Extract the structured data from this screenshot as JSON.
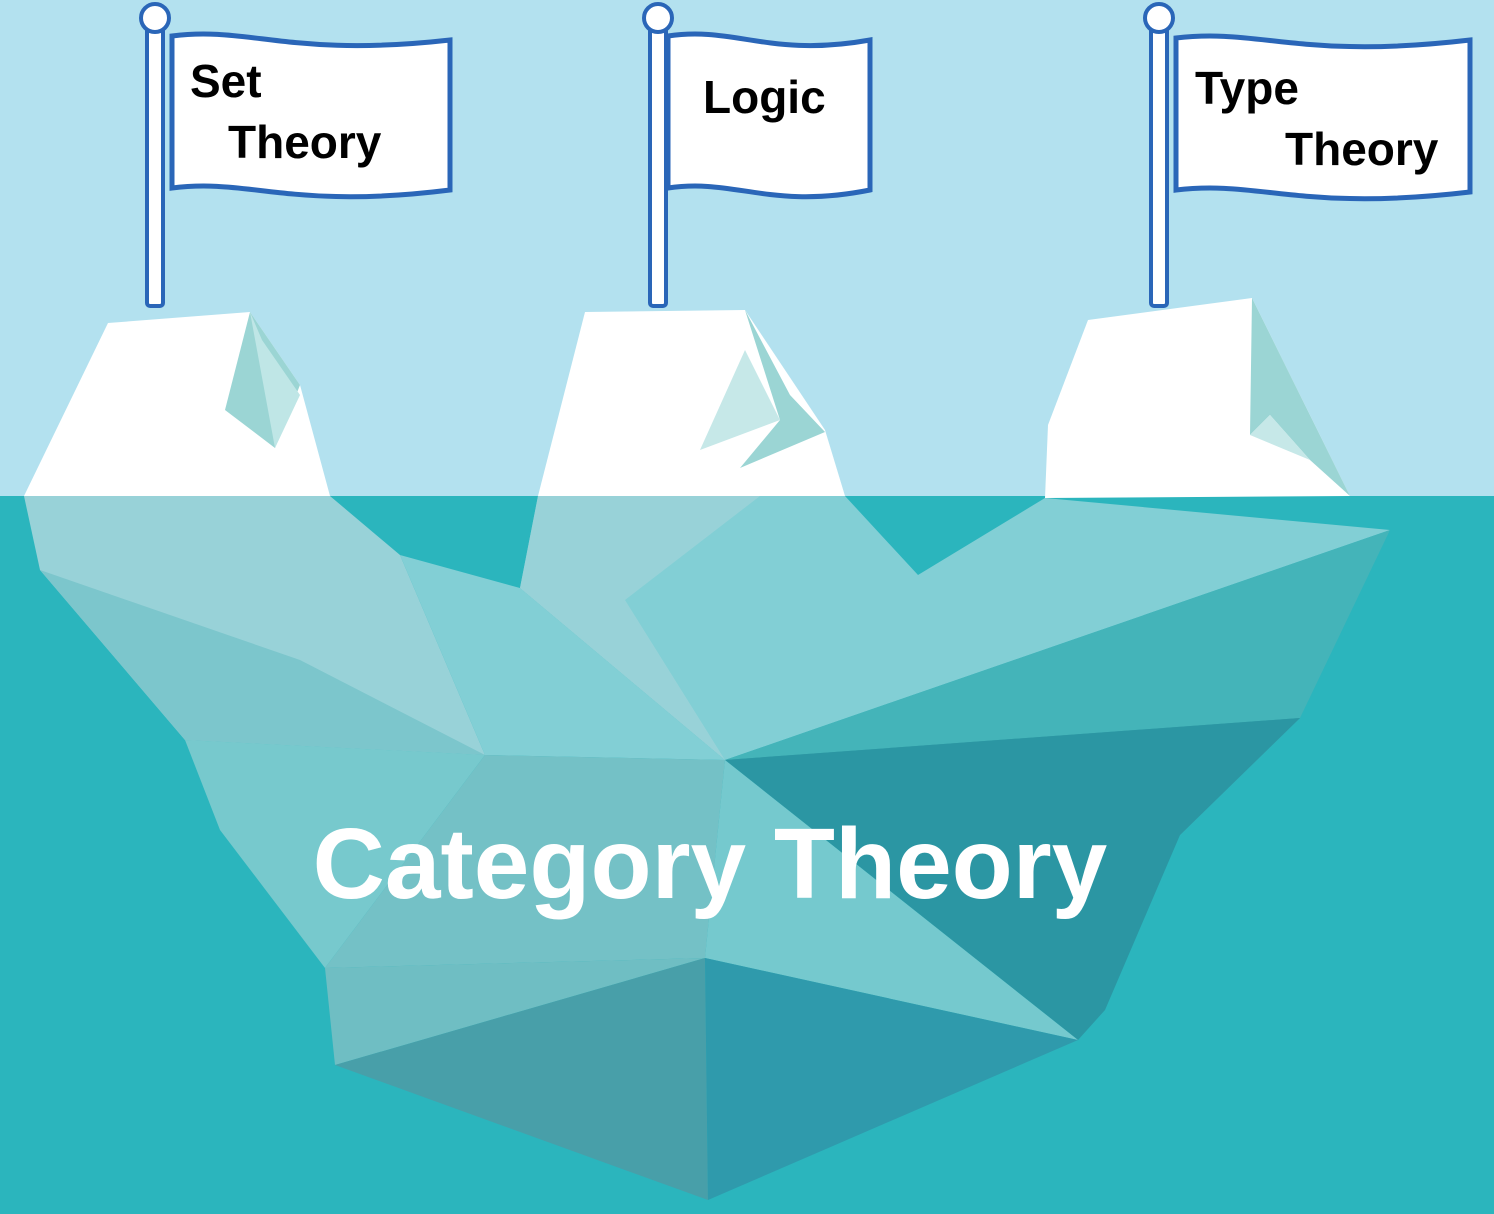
{
  "colors": {
    "sky": "#b3e1ef",
    "water": "#2bb5bd",
    "ice_top": "#ffffff",
    "flag_outline": "#2a66b8",
    "flag_fill": "#ffffff"
  },
  "flags": [
    {
      "line1": "Set",
      "line2": "Theory"
    },
    {
      "line1": "Logic"
    },
    {
      "line1": "Type",
      "line2": "Theory"
    }
  ],
  "title": "Category Theory"
}
